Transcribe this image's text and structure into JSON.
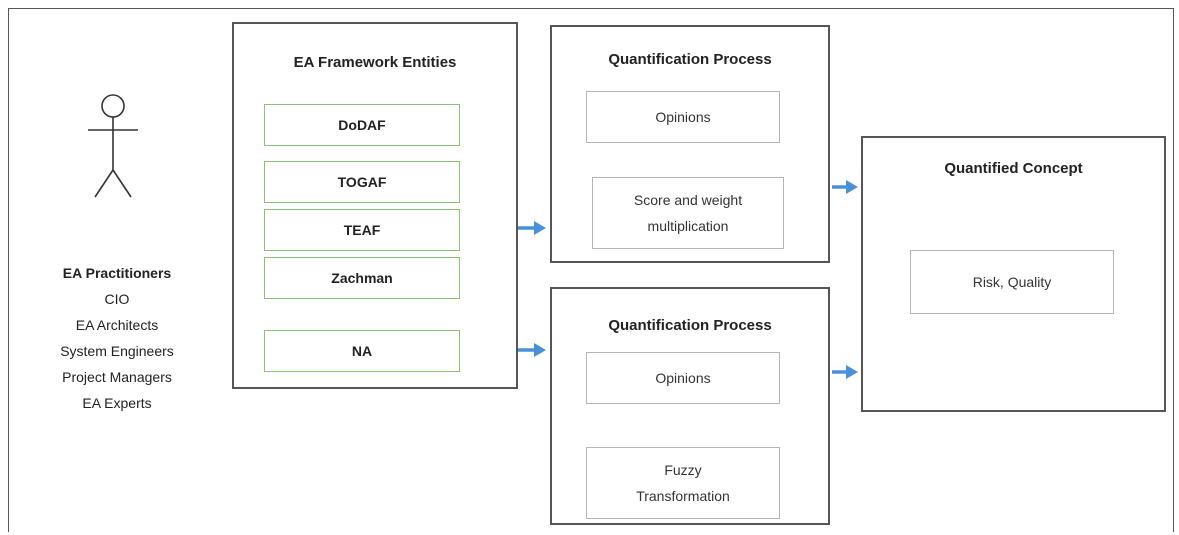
{
  "actor": {
    "heading": "EA Practitioners",
    "roles": [
      "CIO",
      "EA Architects",
      "System Engineers",
      "Project Managers",
      "EA Experts"
    ]
  },
  "frameworks": {
    "title": "EA Framework Entities",
    "items": [
      "DoDAF",
      "TOGAF",
      "TEAF",
      "Zachman",
      "NA"
    ]
  },
  "process_top": {
    "title": "Quantification Process",
    "step1": "Opinions",
    "step2_line1": "Score and weight",
    "step2_line2": "multiplication"
  },
  "process_bottom": {
    "title": "Quantification  Process",
    "step1": "Opinions",
    "step2_line1": "Fuzzy",
    "step2_line2": "Transformation"
  },
  "result": {
    "title": "Quantified Concept",
    "value": "Risk, Quality"
  },
  "colors": {
    "arrow": "#4a90d9",
    "framework_border": "#8dc07a",
    "box_border": "#555555"
  }
}
